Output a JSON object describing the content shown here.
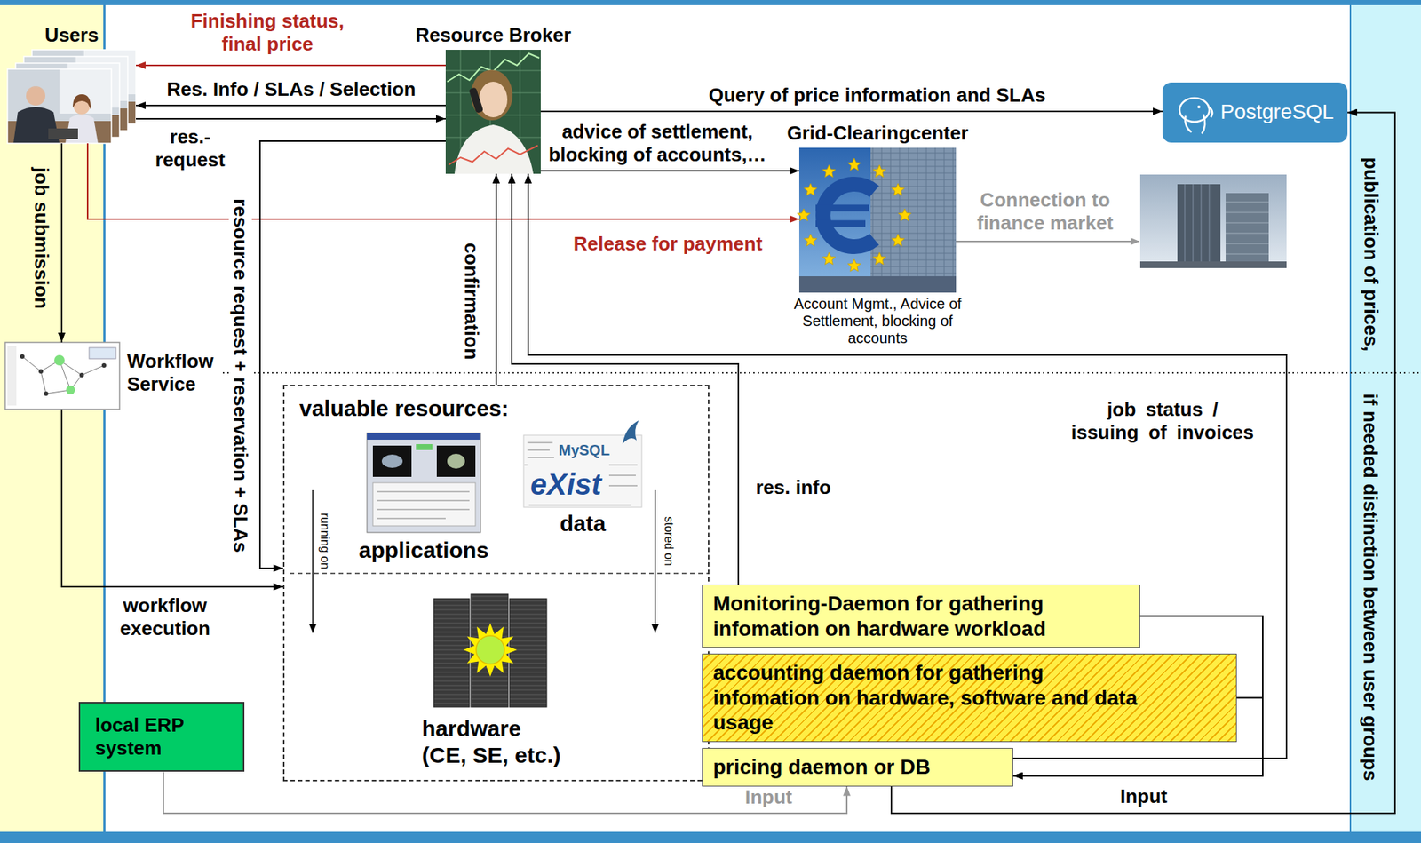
{
  "diagram": {
    "nodes": [
      {
        "text": [
          "Users"
        ]
      },
      {
        "text": [
          "Resource Broker"
        ]
      },
      {
        "text": [
          "PostgreSQL"
        ]
      },
      {
        "text": [
          "Grid-Clearingcenter",
          "Account Mgmt., Advice of Settlement, blocking of accounts"
        ]
      },
      {
        "text": [
          "Workflow Service"
        ]
      },
      {
        "text": [
          "valuable resources:"
        ]
      },
      {
        "text": [
          "applications"
        ],
        "in": 5
      },
      {
        "text": [
          "data"
        ],
        "in": 5
      },
      {
        "text": [
          "hardware (CE, SE, etc.)"
        ],
        "in": 5
      },
      {
        "text": [
          "Monitoring-Daemon for gathering infomation on hardware workload"
        ]
      },
      {
        "text": [
          "accounting daemon for gathering infomation on hardware, software and data usage"
        ]
      },
      {
        "text": [
          "local ERP system"
        ]
      },
      {
        "text": [
          "pricing daemon or DB"
        ]
      }
    ],
    "edges": [
      {
        "from": 1,
        "to": 0,
        "label": "Finishing status, final price",
        "arrow": "to"
      },
      {
        "from": 1,
        "to": 0,
        "label": "Res. Info / SLAs / Selection",
        "arrow": "to"
      },
      {
        "from": 0,
        "to": 1,
        "label": "res.- request",
        "arrow": "to"
      },
      {
        "from": 1,
        "to": 2,
        "label": "Query of price information and SLAs",
        "arrow": "to"
      },
      {
        "from": 1,
        "to": 3,
        "label": "advice of settlement, blocking of accounts,…",
        "arrow": "to"
      },
      {
        "from": 0,
        "to": 3,
        "label": "Release for payment",
        "arrow": "to"
      },
      {
        "from": 0,
        "to": 4,
        "label": "job submission",
        "arrow": "to"
      },
      {
        "from": 4,
        "to": 5,
        "label": "workflow execution",
        "arrow": "to"
      },
      {
        "from": 1,
        "to": 5,
        "label": "resource request + reservation + SLAs",
        "arrow": "to"
      },
      {
        "from": 5,
        "to": 1,
        "label": "confirmation",
        "arrow": "to"
      },
      {
        "from": 9,
        "to": 1,
        "label": "res. info",
        "arrow": "to"
      },
      {
        "from": 12,
        "to": 1,
        "label": "job status / issuing of invoices",
        "arrow": "to"
      },
      {
        "from": 9,
        "to": 12,
        "arrow": "to"
      },
      {
        "from": 10,
        "to": 12,
        "arrow": "to"
      },
      {
        "from": 11,
        "to": 12,
        "label": "Input",
        "arrow": "to"
      },
      {
        "from": 12,
        "to": 2,
        "label": "Input",
        "arrow": "to"
      }
    ],
    "labels": [
      "Connection to finance market",
      "publication of prices,",
      "MySQL",
      "eXist",
      "running on",
      "stored on",
      "if needed distinction between user groups"
    ]
  }
}
